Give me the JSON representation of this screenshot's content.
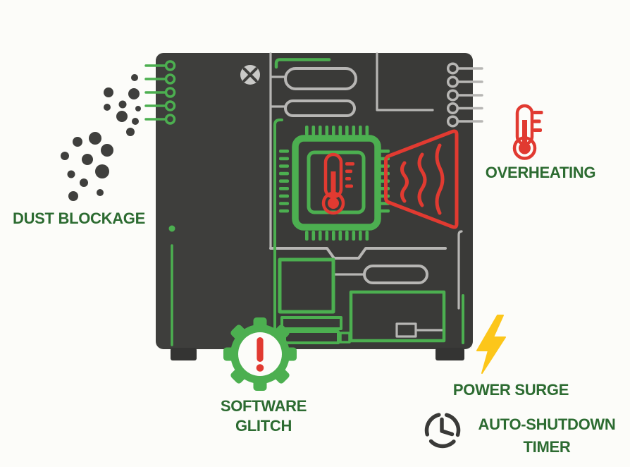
{
  "labels": {
    "dust_blockage": "DUST BLOCKAGE",
    "overheating": "OVERHEATING",
    "software_glitch": [
      "SOFTWARE",
      "GLITCH"
    ],
    "power_surge": "POWER SURGE",
    "auto_shutdown": [
      "AUTO-SHUTDOWN",
      "TIMER"
    ]
  },
  "colors": {
    "background": "#fcfcf9",
    "console_body": "#3e3e3c",
    "console_foot": "#343433",
    "accent_green": "#4caf50",
    "label_green": "#2c6b31",
    "alert_red": "#e13a31",
    "trace_gray": "#b7b6b4",
    "surge_yellow": "#fcc61a",
    "dust_gray": "#3f3f3d",
    "clock_gray": "#3a3a38",
    "logo_gray": "#c9c9c7"
  },
  "icons": {
    "dust_particles_icon": "cluster of dark dust dots",
    "vent_ports_icon": "green side vent pins with rings",
    "io_ports_icon": "gray rear port pins with rings",
    "xbox_logo_icon": "gray sphere with X",
    "cpu_chip_icon": "green CPU chip with pins",
    "chip_thermometer_icon": "red thermometer with scale",
    "heat_waves_icon": "red heat blast cone with wavy lines",
    "overheating_thermometer_icon": "red thermometer with scale",
    "gear_warning_icon": "green gear, white core, red exclamation mark",
    "lightning_bolt_icon": "yellow lightning bolt",
    "timer_clock_icon": "segmented clock ring with hands"
  }
}
